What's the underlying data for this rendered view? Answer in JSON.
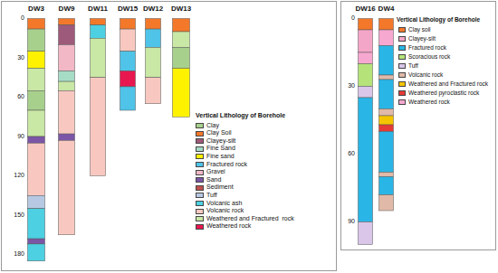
{
  "diagram": {
    "nodes": [
      {
        "text": [
          "DW3"
        ]
      },
      {
        "text": [
          "DW9"
        ]
      },
      {
        "text": [
          "DW11"
        ]
      },
      {
        "text": [
          "DW15"
        ]
      },
      {
        "text": [
          "DW12"
        ]
      },
      {
        "text": [
          "DW13"
        ]
      },
      {
        "text": [
          "DW16"
        ]
      },
      {
        "text": [
          "DW4"
        ]
      }
    ],
    "labels": [
      "0",
      "30",
      "60",
      "90",
      "120",
      "150",
      "180",
      "Vertical Lithology of Borehole",
      "0",
      "30",
      "60",
      "90",
      "Vertical Lithology of Borehole"
    ],
    "legend": [
      {
        "text": "Clay",
        "color": "#a8d08d"
      },
      {
        "text": "Clay Soil",
        "color": "#f4782a"
      },
      {
        "text": "Clayey-silt",
        "color": "#9e5a7a"
      },
      {
        "text": "Fine Sand",
        "color": "#a6dcc6"
      },
      {
        "text": "Fine sand",
        "color": "#fff200"
      },
      {
        "text": "Fractured rock",
        "color": "#4fc3e8"
      },
      {
        "text": "Gravel",
        "color": "#f2b8c6"
      },
      {
        "text": "Sand",
        "color": "#7b55a6"
      },
      {
        "text": "Sediment",
        "color": "#c0504d"
      },
      {
        "text": "Tuff",
        "color": "#b7c9e2"
      },
      {
        "text": "Volcanic ash",
        "color": "#4dd0e1"
      },
      {
        "text": "Volcanic rock",
        "color": "#f8c8c0"
      },
      {
        "text": "Weathered and Fractured  rock",
        "color": "#c9e7a5"
      },
      {
        "text": "Weathered rock",
        "color": "#e8174f"
      },
      {
        "text": "Clay soil",
        "color": "#f4782a"
      },
      {
        "text": "Clayey-silt",
        "color": "#f4a6c8"
      },
      {
        "text": "Fractured rock",
        "color": "#29b6e6"
      },
      {
        "text": "Scoracious rock",
        "color": "#b5e37a"
      },
      {
        "text": "Tuff",
        "color": "#d9c6e8"
      },
      {
        "text": "Volcanic rock",
        "color": "#e0b9a8"
      },
      {
        "text": "Weathered and Fractured rock",
        "color": "#f5c400"
      },
      {
        "text": "Weathered pyroclastic rock",
        "color": "#e53935"
      },
      {
        "text": "Weathered rock",
        "color": "#f7a8d0"
      }
    ]
  }
}
